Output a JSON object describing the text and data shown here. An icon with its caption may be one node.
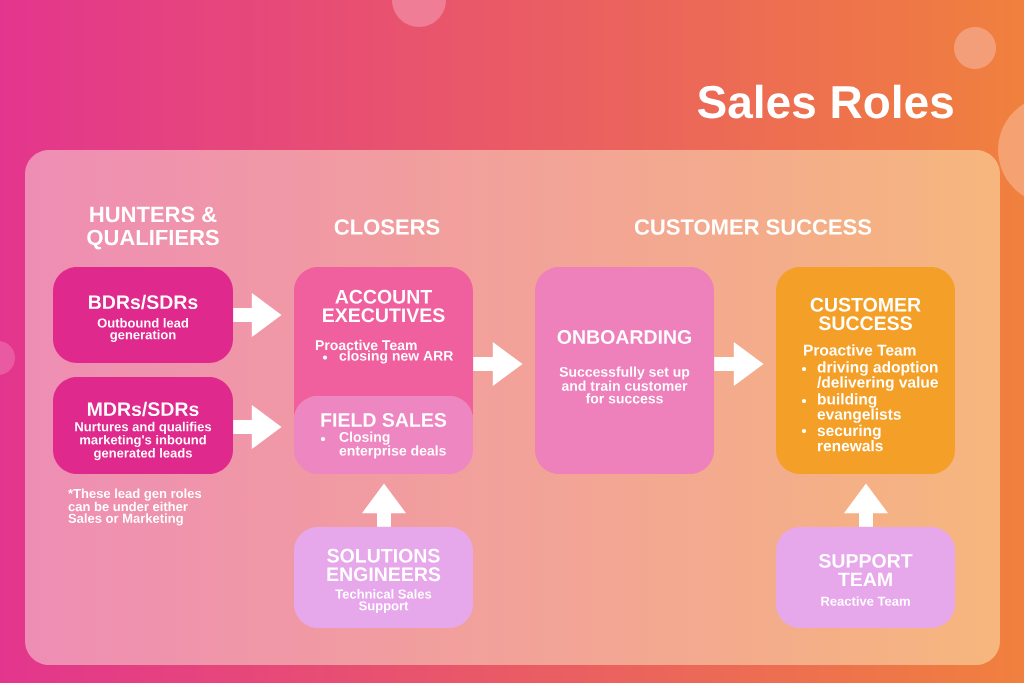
{
  "diagram": {
    "title": "Sales Roles",
    "nodes": [
      {
        "text": [
          "BDRs/SDRs",
          "Outbound lead generation"
        ]
      },
      {
        "text": [
          "MDRs/SDRs",
          "Nurtures and qualifies marketing's inbound generated leads"
        ]
      },
      {
        "text": [
          "ACCOUNT EXECUTIVES",
          "Proactive Team",
          "closing new ARR"
        ]
      },
      {
        "text": [
          "FIELD SALES",
          "Closing enterprise deals"
        ]
      },
      {
        "text": [
          "SOLUTIONS ENGINEERS",
          "Technical Sales Support"
        ]
      },
      {
        "text": [
          "ONBOARDING",
          "Successfully set up and train customer for success"
        ]
      },
      {
        "text": [
          "CUSTOMER SUCCESS",
          "Proactive Team",
          "driving adoption /delivering value",
          "building evangelists",
          "securing renewals"
        ]
      },
      {
        "text": [
          "SUPPORT TEAM",
          "Reactive Team"
        ]
      }
    ],
    "edges": [
      {
        "from": 0,
        "to": 2,
        "arrow": "to"
      },
      {
        "from": 1,
        "to": 3,
        "arrow": "to"
      },
      {
        "from": 2,
        "to": 5,
        "arrow": "to"
      },
      {
        "from": 5,
        "to": 6,
        "arrow": "to"
      },
      {
        "from": 4,
        "to": 3,
        "arrow": "to"
      },
      {
        "from": 7,
        "to": 6,
        "arrow": "to"
      }
    ],
    "labels": [
      "HUNTERS & QUALIFIERS",
      "CLOSERS",
      "CUSTOMER SUCCESS",
      "*These lead gen roles can be under either Sales or Marketing"
    ]
  }
}
